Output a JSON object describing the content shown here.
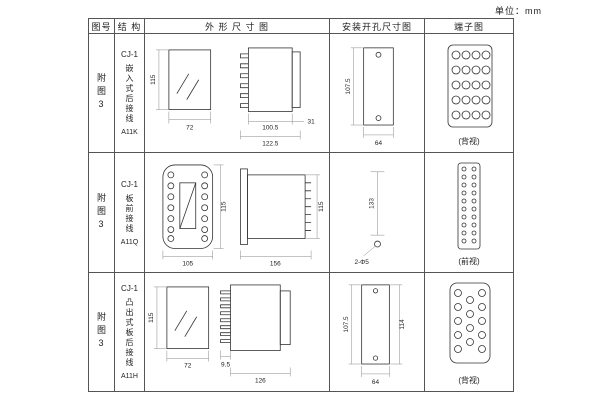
{
  "page": {
    "unit_label": "单位：mm"
  },
  "table": {
    "headers": {
      "col1": "图号",
      "col2": "结 构",
      "col3": "外 形 尺 寸 图",
      "col4": "安装开孔尺寸图",
      "col5": "端子图"
    },
    "rows": [
      {
        "fig_no": "附图3",
        "model": "CJ-1",
        "mounting": "嵌入式后接线",
        "code": "A11K",
        "outline": {
          "d1": "115",
          "d2": "72",
          "d3": "100.5",
          "d4": "122.5",
          "d5": "31"
        },
        "install": {
          "d1": "107.5",
          "d2": "64"
        },
        "terminal_label": "(背视)"
      },
      {
        "fig_no": "附图3",
        "model": "CJ-1",
        "mounting": "板前接线",
        "code": "A11Q",
        "outline": {
          "d1": "115",
          "d2": "105",
          "d3": "156",
          "d4": "115"
        },
        "install": {
          "d1": "133",
          "d2": "2-Φ5"
        },
        "terminal_label": "(前视)"
      },
      {
        "fig_no": "附图3",
        "model": "CJ-1",
        "mounting": "凸出式板后接线",
        "code": "A11H",
        "outline": {
          "d1": "115",
          "d2": "72",
          "d3": "9.5",
          "d4": "126"
        },
        "install": {
          "d1": "107.5",
          "d2": "114",
          "d3": "64"
        },
        "terminal_label": "(背视)"
      }
    ]
  }
}
